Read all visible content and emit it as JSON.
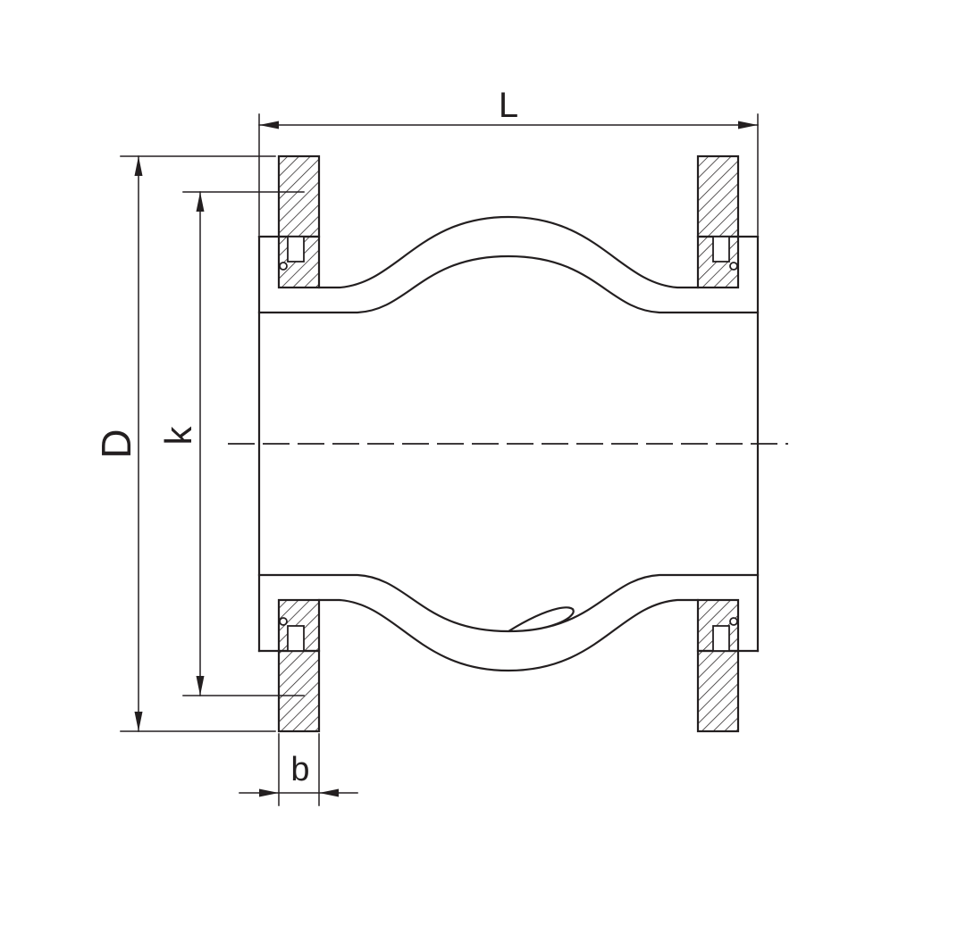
{
  "drawing": {
    "background": "#ffffff",
    "line_color": "#231f20",
    "dimension_labels": {
      "overall_length": "L",
      "flange_outer_diameter": "D",
      "bolt_circle_diameter": "k",
      "flange_thickness": "b"
    }
  }
}
